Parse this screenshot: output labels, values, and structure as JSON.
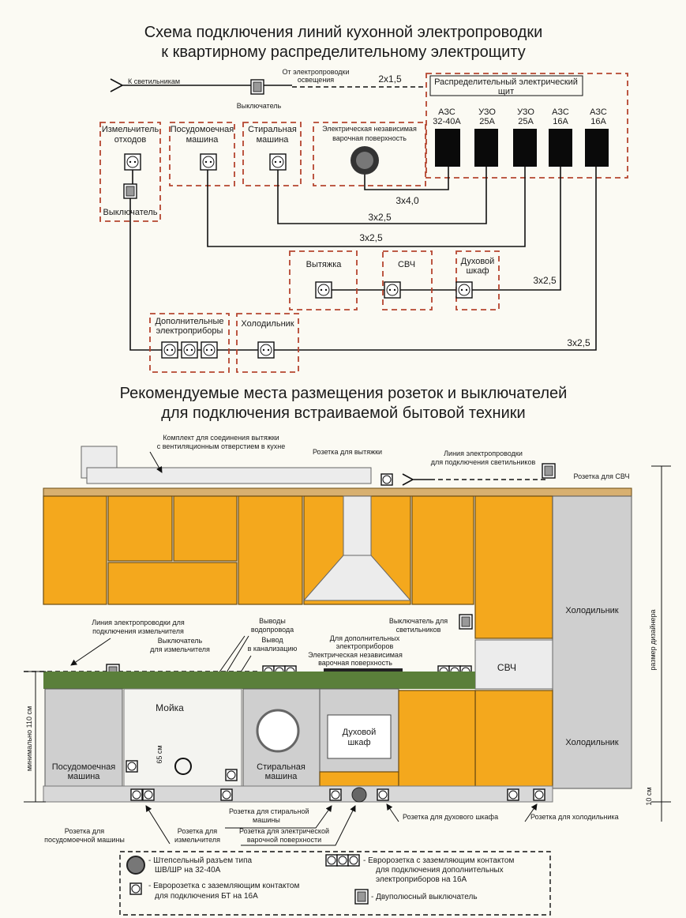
{
  "title1": {
    "line1": "Схема подключения линий кухонной электропроводки",
    "line2": "к квартирному распределительному электрощиту"
  },
  "scheme": {
    "to_lights": "К светильникам",
    "switch": "Выключатель",
    "from_light_1": "От электропроводки",
    "from_light_2": "освещения",
    "cable_light": "2х1,5",
    "panel_1": "Распределительный электрический",
    "panel_2": "щит",
    "breakers": [
      {
        "l1": "АЗС",
        "l2": "32-40А"
      },
      {
        "l1": "УЗО",
        "l2": "25А"
      },
      {
        "l1": "УЗО",
        "l2": "25А"
      },
      {
        "l1": "АЗС",
        "l2": "16А"
      },
      {
        "l1": "АЗС",
        "l2": "16А"
      }
    ],
    "shredder_1": "Измельчитель",
    "shredder_2": "отходов",
    "shredder_switch": "Выключатель",
    "dishwasher_1": "Посудомоечная",
    "dishwasher_2": "машина",
    "washer_1": "Стиральная",
    "washer_2": "машина",
    "hob_1": "Электрическая независимая",
    "hob_2": "варочная поверхность",
    "c1": "3х4,0",
    "c2": "3х2,5",
    "c3": "3х2,5",
    "c4": "3х2,5",
    "c5": "3х2,5",
    "hood": "Вытяжка",
    "mw": "СВЧ",
    "oven_1": "Духовой",
    "oven_2": "шкаф",
    "extra_1": "Дополнительные",
    "extra_2": "электроприборы",
    "fridge": "Холодильник"
  },
  "title2": {
    "line1": "Рекомендуемые места размещения розеток и выключателей",
    "line2": "для подключения встраиваемой бытовой техники"
  },
  "kitchen": {
    "vent_kit_1": "Комплект для соединения вытяжки",
    "vent_kit_2": "с вентиляционным отверстием в кухне",
    "hood_socket": "Розетка для вытяжки",
    "light_line_1": "Линия электропроводки",
    "light_line_2": "для подключения светильников",
    "mw_socket": "Розетка для СВЧ",
    "shred_line_1": "Линия электропроводки для",
    "shred_line_2": "подключения измельчителя",
    "shred_sw_1": "Выключатель",
    "shred_sw_2": "для измельчителя",
    "water_1": "Выводы",
    "water_2": "водопровода",
    "sewer_1": "Вывод",
    "sewer_2": "в канализацию",
    "light_sw_1": "Выключатель для",
    "light_sw_2": "светильников",
    "extra_1": "Для дополнительных",
    "extra_2": "электроприборов",
    "hob_1": "Электрическая независимая",
    "hob_2": "варочная поверхность",
    "fridge": "Холодильник",
    "fridge2": "Холодильник",
    "mw": "СВЧ",
    "sink": "Мойка",
    "h65": "65 см",
    "min110": "минимально 110 см",
    "designer": "размер дизайнера",
    "h10": "10 см",
    "oven_1": "Духовой",
    "oven_2": "шкаф",
    "dw_1": "Посудомоечная",
    "dw_2": "машина",
    "wm_1": "Стиральная",
    "wm_2": "машина",
    "wm_socket_1": "Розетка для стиральной",
    "wm_socket_2": "машины",
    "oven_socket": "Розетка для духового шкафа",
    "fridge_socket": "Розетка для холодильника",
    "dw_socket_1": "Розетка для",
    "dw_socket_2": "посудомоечной машины",
    "shred_socket_1": "Розетка для",
    "shred_socket_2": "измельчителя",
    "hob_socket_1": "Розетка для электрической",
    "hob_socket_2": "варочной поверхности"
  },
  "legend": {
    "plug_1": "- Штепсельный разъем типа",
    "plug_2": "ШВ/ШР на 32-40А",
    "euro_1": "- Евророзетка с заземляющим контактом",
    "euro_2": "для подключения БТ на 16А",
    "triple_1": "- Евророзетка с заземляющим контактом",
    "triple_2": "для подключения дополнительных",
    "triple_3": "электроприборов на 16А",
    "switch": "- Двуполюсный выключатель"
  },
  "colors": {
    "cabinet": "#f4a81d",
    "countertop": "#5a7f3a",
    "dashed_box": "#b5452f"
  }
}
